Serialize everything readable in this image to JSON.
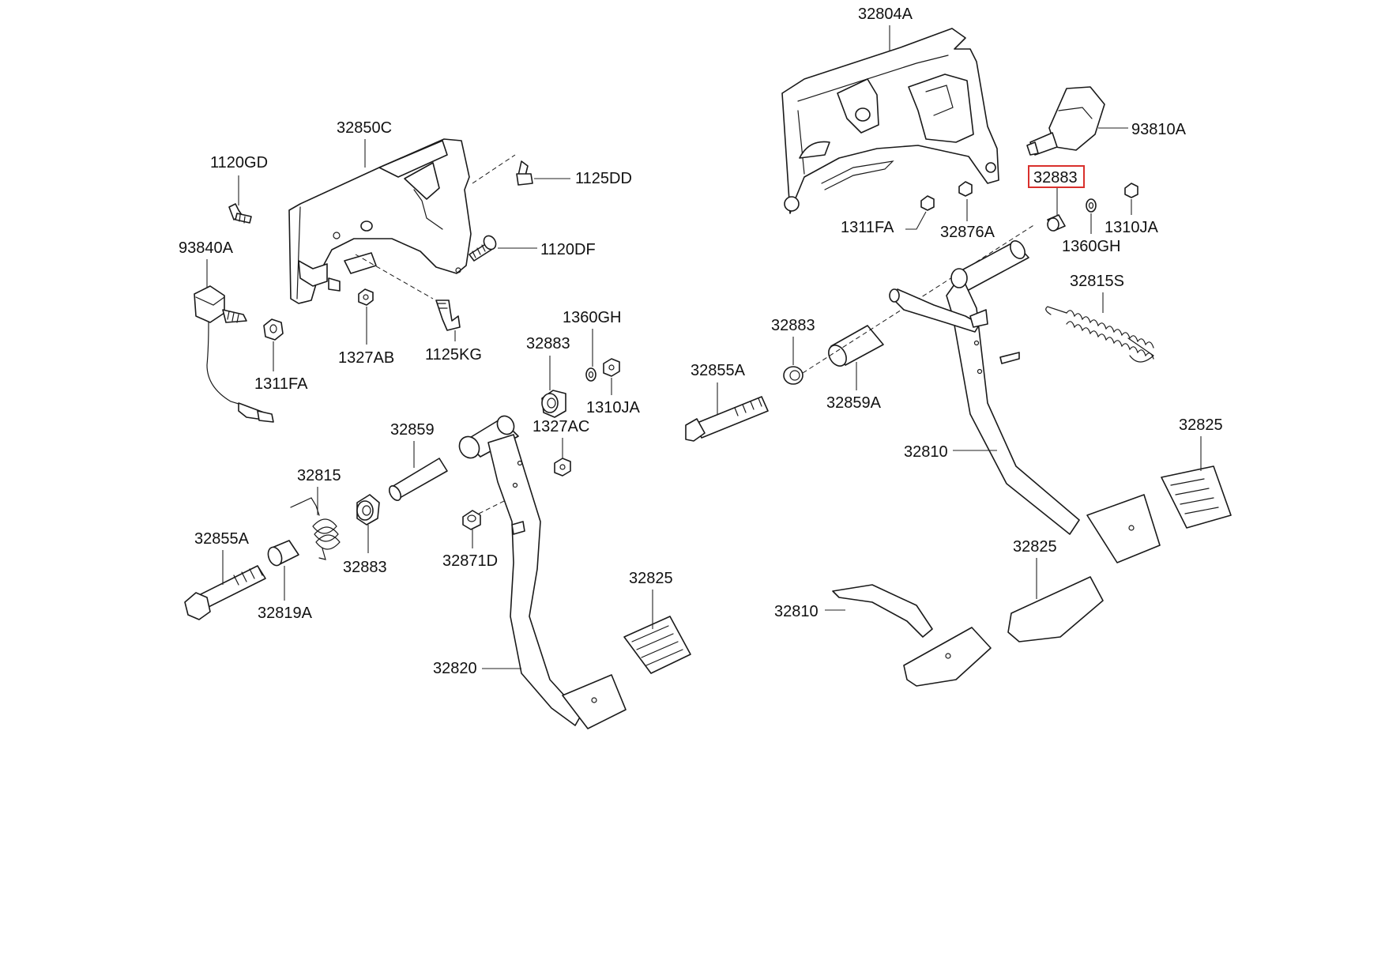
{
  "diagram": {
    "highlight_color": "#d9302c",
    "labels": {
      "p32804A": "32804A",
      "p93810A": "93810A",
      "p32883_top": "32883",
      "p1311FA_r": "1311FA",
      "p32876A": "32876A",
      "p1310JA_r": "1310JA",
      "p1360GH_r": "1360GH",
      "p32815S": "32815S",
      "p32883_mid": "32883",
      "p32855A_mid": "32855A",
      "p32859A": "32859A",
      "p32810_top": "32810",
      "p32825_r1": "32825",
      "p32825_r2": "32825",
      "p32810_low": "32810",
      "p32850C": "32850C",
      "p1120GD": "1120GD",
      "p1125DD": "1125DD",
      "p1120DF": "1120DF",
      "p93840A": "93840A",
      "p1327AB": "1327AB",
      "p1125KG": "1125KG",
      "p1311FA_l": "1311FA",
      "p1360GH_l": "1360GH",
      "p32883_l1": "32883",
      "p1310JA_l": "1310JA",
      "p1327AC": "1327AC",
      "p32859": "32859",
      "p32815": "32815",
      "p32883_l2": "32883",
      "p32871D": "32871D",
      "p32855A_l": "32855A",
      "p32819A": "32819A",
      "p32825_l": "32825",
      "p32820": "32820"
    }
  }
}
